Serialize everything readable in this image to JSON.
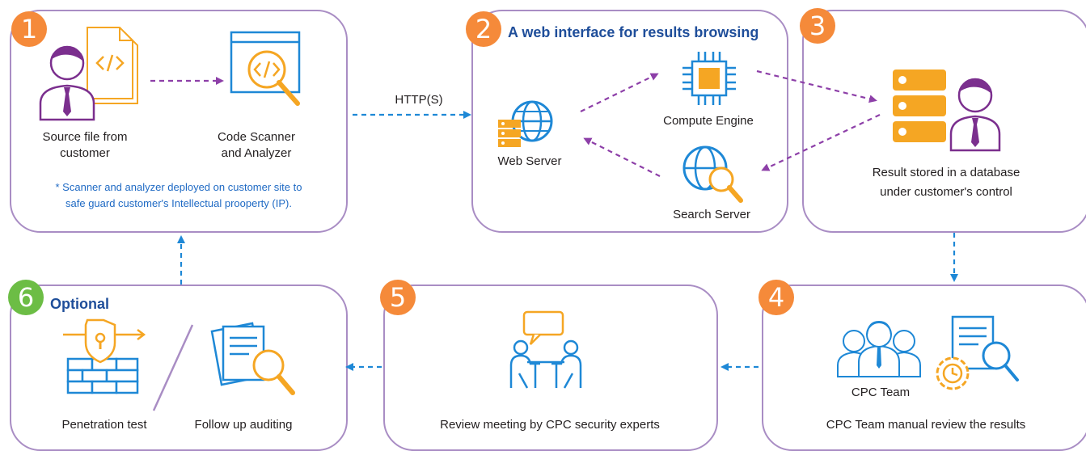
{
  "step1": {
    "number": "1",
    "source_label": "Source file from customer",
    "scanner_label": "Code Scanner and Analyzer",
    "note_line1": "* Scanner and analyzer deployed on customer site to",
    "note_line2": "safe guard customer's Intellectual prooperty (IP)."
  },
  "connector_label": "HTTP(S)",
  "step2": {
    "number": "2",
    "title": "A web interface for results browsing",
    "web_server": "Web Server",
    "compute_engine": "Compute Engine",
    "search_server": "Search Server"
  },
  "step3": {
    "number": "3",
    "label_line1": "Result stored in a database",
    "label_line2": "under customer's control"
  },
  "step4": {
    "number": "4",
    "team_label": "CPC Team",
    "label": "CPC Team manual review the results"
  },
  "step5": {
    "number": "5",
    "label": "Review meeting by CPC security experts"
  },
  "step6": {
    "number": "6",
    "title": "Optional",
    "pen_test": "Penetration test",
    "follow_up": "Follow up auditing"
  },
  "colors": {
    "box_border": "#a98dc4",
    "badge_orange": "#f58a3a",
    "badge_green": "#6cbd45",
    "icon_blue": "#1e88d6",
    "icon_orange": "#f5a623",
    "arrow_purple": "#8d3fa8",
    "arrow_blue": "#1e88d6",
    "heading_blue": "#1f4e9a"
  },
  "icons": [
    "user-icon",
    "code-file-icon",
    "code-scanner-icon",
    "globe-icon",
    "server-icon",
    "chip-icon",
    "search-globe-icon",
    "database-icon",
    "team-icon",
    "gear-icon",
    "document-search-icon",
    "meeting-icon",
    "speech-bubble-icon",
    "firewall-icon",
    "shield-lock-icon"
  ]
}
